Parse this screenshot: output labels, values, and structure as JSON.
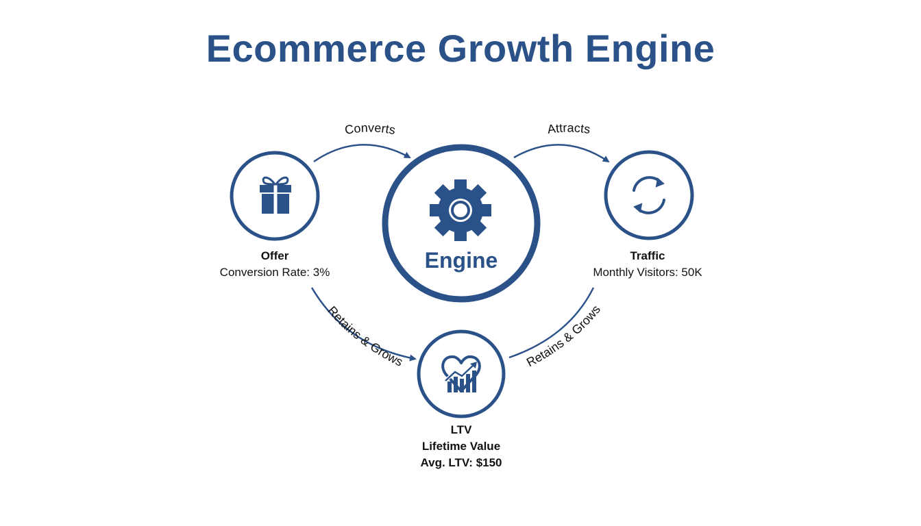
{
  "title": "Ecommerce Growth Engine",
  "colors": {
    "primary": "#2b5288",
    "text": "#111111",
    "background": "#ffffff"
  },
  "engine": {
    "label": "Engine",
    "icon": "gear-icon"
  },
  "nodes": {
    "offer": {
      "name": "Offer",
      "metric": "Conversion Rate: 3%",
      "icon": "gift-icon"
    },
    "traffic": {
      "name": "Traffic",
      "metric": "Monthly Visitors: 50K",
      "icon": "refresh-icon"
    },
    "ltv": {
      "name": "LTV",
      "subtitle": "Lifetime Value",
      "metric": "Avg. LTV: $150",
      "icon": "heart-chart-icon"
    }
  },
  "arrows": {
    "offer_to_engine": "Converts",
    "engine_to_traffic": "Attracts",
    "offer_to_ltv": "Retains & Grows",
    "ltv_to_traffic": "Retains & Grows"
  }
}
